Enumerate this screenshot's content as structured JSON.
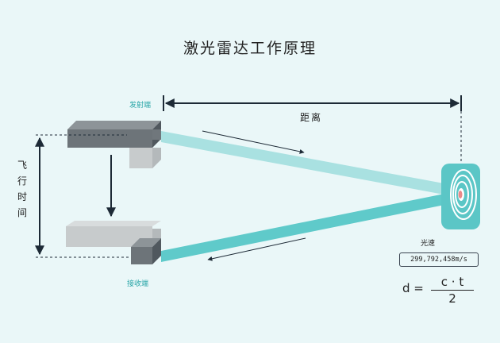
{
  "title": "激光雷达工作原理",
  "labels": {
    "emitter": "发射端",
    "receiver": "接收端",
    "distance": "距离",
    "time_of_flight": "飞行时间",
    "speed_of_light": "光速",
    "speed_value": "299,792,458m/s"
  },
  "formula": {
    "lhs": "d =",
    "numerator": "c · t",
    "denominator": "2"
  },
  "colors": {
    "background": "#eaf7f8",
    "beam_out": "#a9e1e1",
    "beam_return": "#5fcaca",
    "device_dark": "#6d7479",
    "device_light": "#c7cbcc",
    "target_bg": "#5bc6c6",
    "accent_teal": "#2aa6a8",
    "line_dark": "#1d2a36"
  }
}
